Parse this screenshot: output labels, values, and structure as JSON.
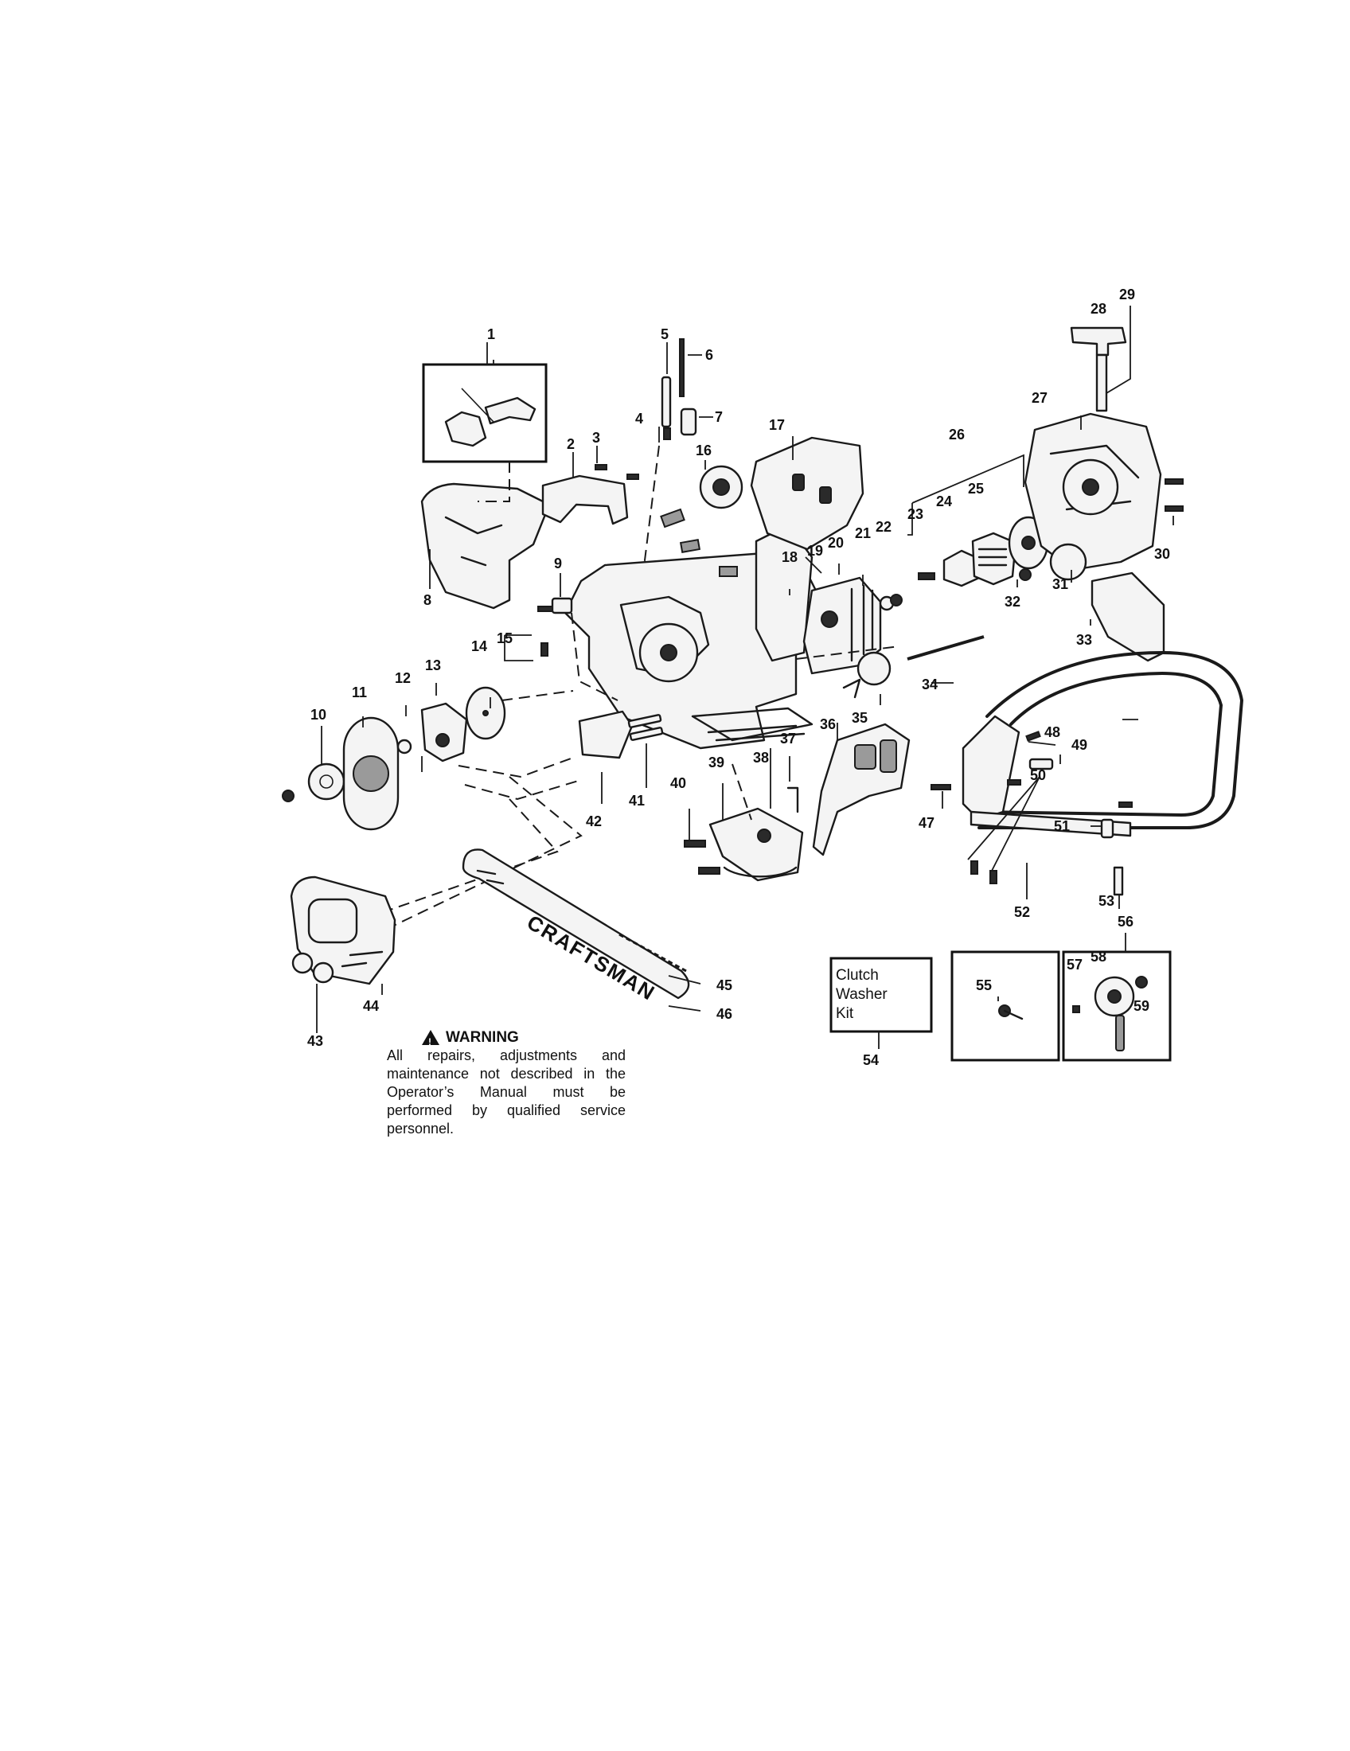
{
  "callouts": {
    "n1": "1",
    "n2": "2",
    "n3": "3",
    "n4": "4",
    "n5": "5",
    "n6": "6",
    "n7": "7",
    "n8": "8",
    "n9": "9",
    "n10": "10",
    "n11": "11",
    "n12": "12",
    "n13": "13",
    "n14": "14",
    "n15": "15",
    "n16": "16",
    "n17": "17",
    "n18": "18",
    "n19": "19",
    "n20": "20",
    "n21": "21",
    "n22": "22",
    "n23": "23",
    "n24": "24",
    "n25": "25",
    "n26": "26",
    "n27": "27",
    "n28": "28",
    "n29": "29",
    "n30": "30",
    "n31": "31",
    "n32": "32",
    "n33": "33",
    "n34": "34",
    "n35": "35",
    "n36": "36",
    "n37": "37",
    "n38": "38",
    "n39": "39",
    "n40": "40",
    "n41": "41",
    "n42": "42",
    "n43": "43",
    "n44": "44",
    "n45": "45",
    "n46": "46",
    "n47": "47",
    "n48": "48",
    "n49": "49",
    "n50": "50",
    "n51": "51",
    "n52": "52",
    "n53": "53",
    "n54": "54",
    "n55": "55",
    "n56": "56",
    "n57": "57",
    "n58": "58",
    "n59": "59"
  },
  "bar_brand": "CRAFTSMAN",
  "clutch_kit": {
    "line1": "Clutch",
    "line2": "Washer",
    "line3": "Kit"
  },
  "warning": {
    "heading": "WARNING",
    "body": "All repairs, adjustments and maintenance not described in the Operator’s Manual must be performed by qualified service personnel."
  }
}
